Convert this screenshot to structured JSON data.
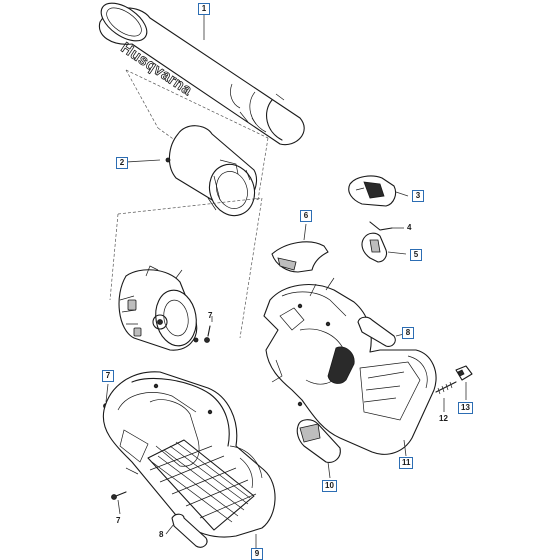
{
  "brand_logo": "Husqvarna",
  "callouts": [
    {
      "id": "c1",
      "label": "1",
      "boxed": true
    },
    {
      "id": "c2",
      "label": "2",
      "boxed": true
    },
    {
      "id": "c3",
      "label": "3",
      "boxed": true
    },
    {
      "id": "c4",
      "label": "4",
      "boxed": false
    },
    {
      "id": "c5",
      "label": "5",
      "boxed": true
    },
    {
      "id": "c6",
      "label": "6",
      "boxed": true
    },
    {
      "id": "c7a",
      "label": "7",
      "boxed": false
    },
    {
      "id": "c7b",
      "label": "7",
      "boxed": true
    },
    {
      "id": "c7c",
      "label": "7",
      "boxed": false
    },
    {
      "id": "c8a",
      "label": "8",
      "boxed": true
    },
    {
      "id": "c8b",
      "label": "8",
      "boxed": false
    },
    {
      "id": "c9",
      "label": "9",
      "boxed": true
    },
    {
      "id": "c10",
      "label": "10",
      "boxed": true
    },
    {
      "id": "c11",
      "label": "11",
      "boxed": true
    },
    {
      "id": "c12",
      "label": "12",
      "boxed": false
    },
    {
      "id": "c13",
      "label": "13",
      "boxed": true
    }
  ]
}
